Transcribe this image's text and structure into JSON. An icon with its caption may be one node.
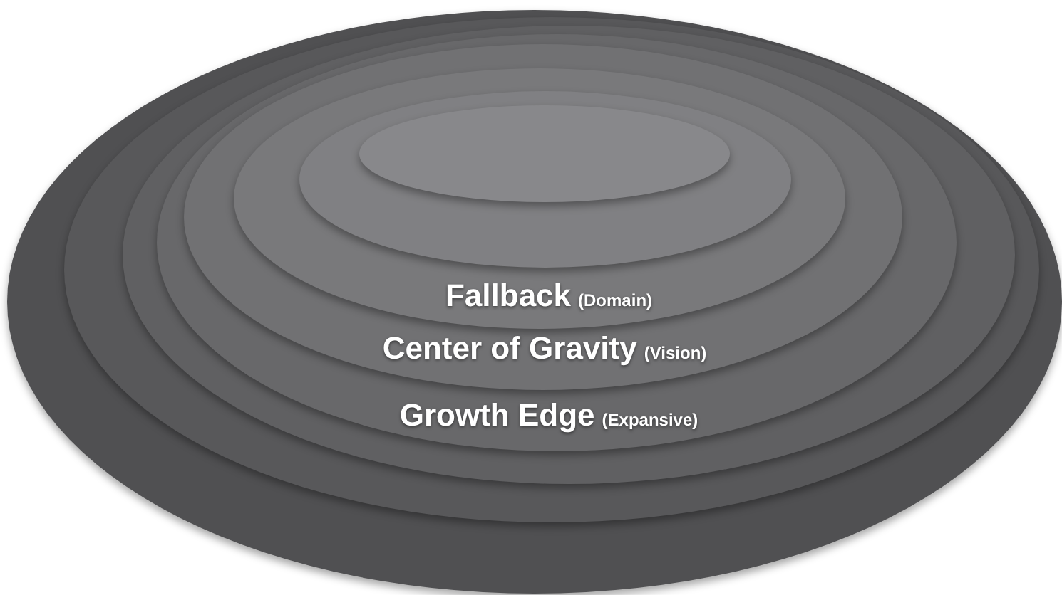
{
  "diagram": {
    "nodes": [
      {
        "text": [],
        "shape": "ellipse"
      },
      {
        "text": [],
        "shape": "ellipse",
        "in": 0
      },
      {
        "text": [],
        "shape": "ellipse",
        "in": 1
      },
      {
        "text": [
          "Growth Edge",
          "(Expansive)"
        ],
        "in": 2
      },
      {
        "text": [
          "Center of Gravity",
          "(Vision)"
        ],
        "in": 3
      },
      {
        "text": [
          "Fallback",
          "(Domain)"
        ],
        "in": 4
      },
      {
        "text": [],
        "shape": "ellipse",
        "in": 5
      },
      {
        "text": [],
        "shape": "ellipse",
        "in": 6
      }
    ]
  }
}
